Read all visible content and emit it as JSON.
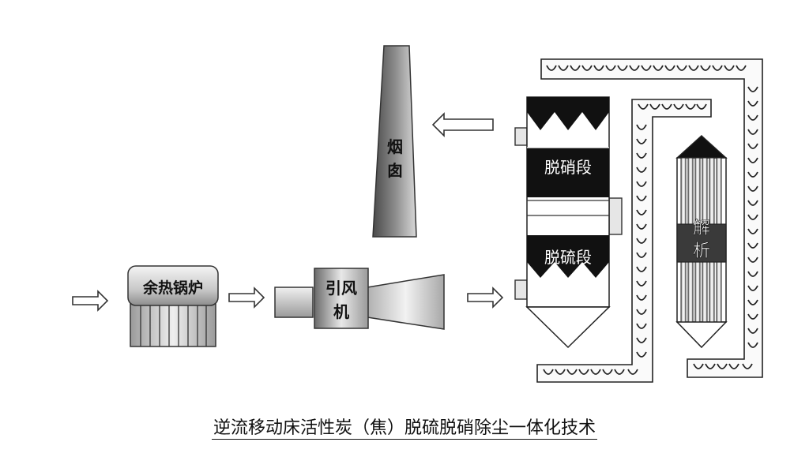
{
  "labels": {
    "boiler": "余热锅炉",
    "fan_line1": "引风",
    "fan_line2": "机",
    "chimney_line1": "烟",
    "chimney_line2": "囱",
    "denitration": "脱硝段",
    "desulfurization": "脱硫段",
    "regeneration_line1": "解",
    "regeneration_line2": "析"
  },
  "caption": "逆流移动床活性炭（焦）脱硫脱硝除尘一体化技术"
}
